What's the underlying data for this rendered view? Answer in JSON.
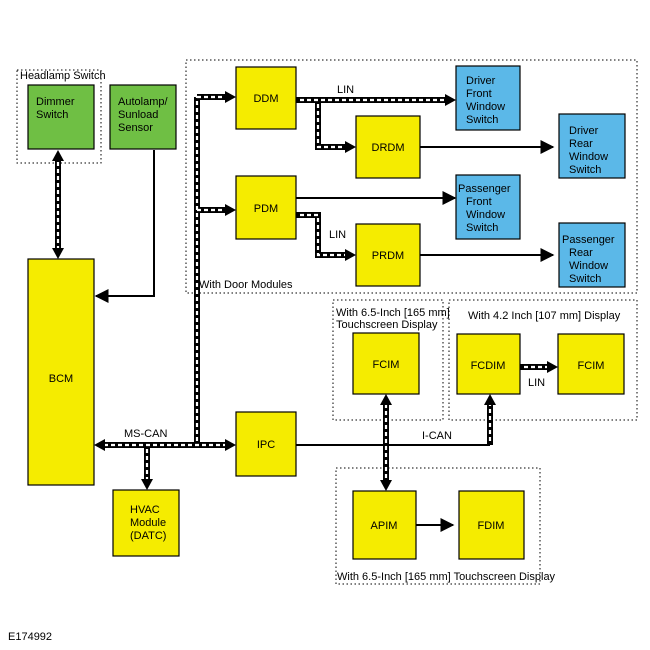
{
  "colors": {
    "module_yellow": "#F5EC00",
    "switch_green": "#6FBF44",
    "switch_blue": "#5BB8E8",
    "line": "#000000"
  },
  "groups": {
    "headlamp_switch": "Headlamp Switch",
    "door_modules": "With Door Modules",
    "fcim_65_line1": "With 6.5-Inch [165 mm]",
    "fcim_65_line2": "Touchscreen Display",
    "fcdim_42": "With 4.2 Inch [107 mm] Display",
    "apim_65": "With 6.5-Inch [165 mm] Touchscreen Display"
  },
  "modules": {
    "dimmer": [
      "Dimmer",
      "Switch"
    ],
    "autolamp": [
      "Autolamp/",
      "Sunload",
      "Sensor"
    ],
    "bcm": "BCM",
    "hvac": [
      "HVAC",
      "Module",
      "(DATC)"
    ],
    "ddm": "DDM",
    "drdm": "DRDM",
    "pdm": "PDM",
    "prdm": "PRDM",
    "ipc": "IPC",
    "fcim_a": "FCIM",
    "fcdim": "FCDIM",
    "fcim_b": "FCIM",
    "apim": "APIM",
    "fdim": "FDIM",
    "driver_front": [
      "Driver",
      "Front",
      "Window",
      "Switch"
    ],
    "driver_rear": [
      "Driver",
      "Rear",
      "Window",
      "Switch"
    ],
    "pass_front": [
      "Passenger",
      "Front",
      "Window",
      "Switch"
    ],
    "pass_rear": [
      "Passenger",
      "Rear",
      "Window",
      "Switch"
    ]
  },
  "bus_labels": {
    "lin_ddm": "LIN",
    "lin_pdm": "LIN",
    "lin_fcdim": "LIN",
    "ms_can": "MS-CAN",
    "i_can": "I-CAN"
  },
  "figure_id": "E174992"
}
